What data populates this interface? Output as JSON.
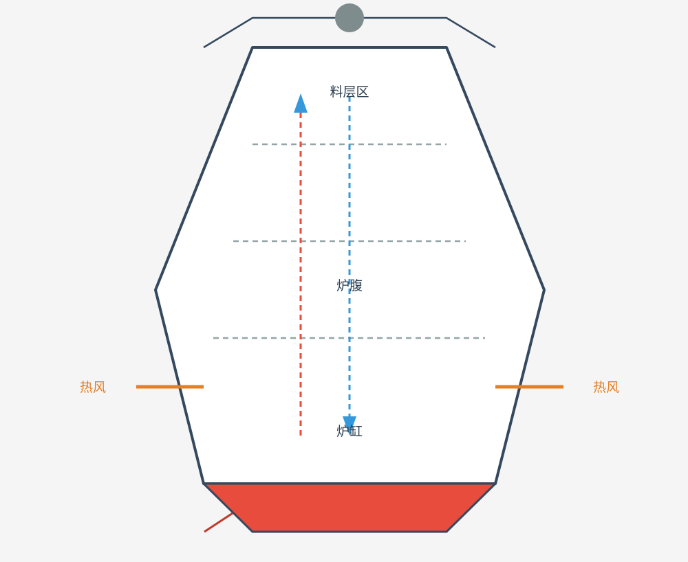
{
  "diagram": {
    "labels": {
      "burden_zone": "料层区",
      "furnace_belly": "炉腹",
      "hearth": "炉缸",
      "hot_air_left": "热风",
      "hot_air_right": "热风"
    },
    "colors": {
      "background": "#f5f5f5",
      "shell_outline": "#34495e",
      "shell_fill": "#ffffff",
      "molten_iron": "#e74c3c",
      "tap_hole": "#c0392b",
      "hot_air": "#e67e22",
      "gas_flow": "#e74c3c",
      "burden_flow": "#3498db",
      "layer_divider": "#95a5a6",
      "charging_bell": "#7f8c8d",
      "label_text": "#2c3e50"
    }
  }
}
